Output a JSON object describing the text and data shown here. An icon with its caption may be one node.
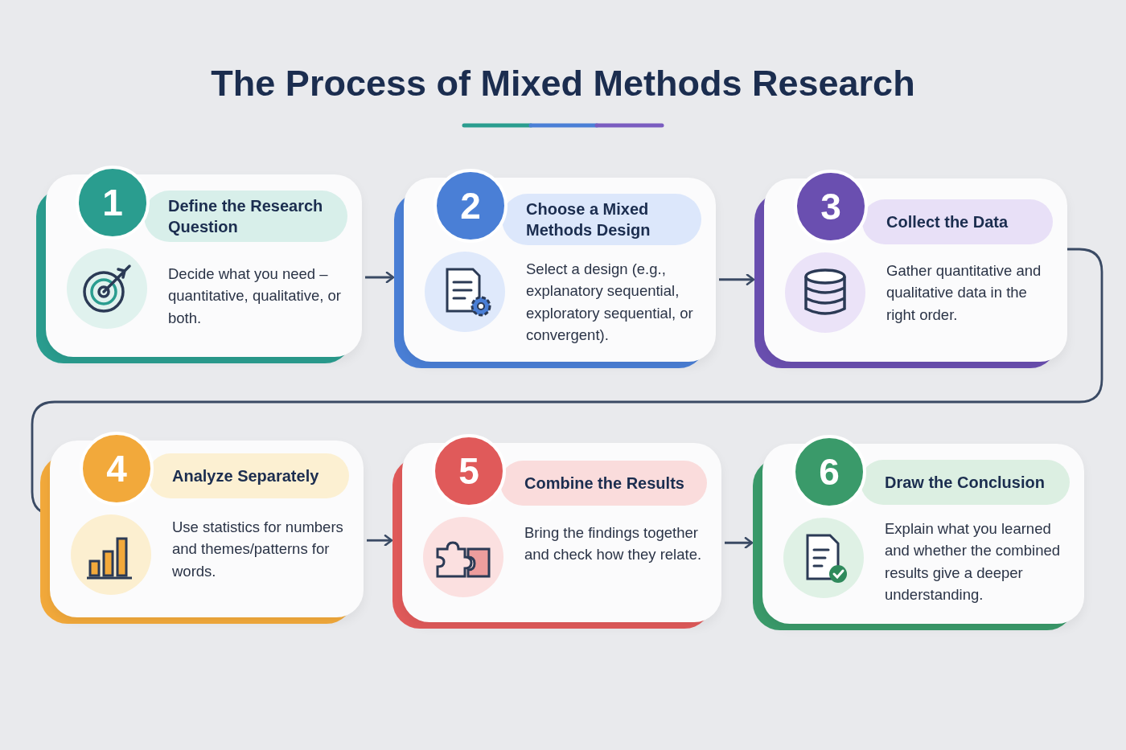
{
  "diagram": {
    "title": "The Process of Mixed Methods Research",
    "nodes": [
      {
        "text": [
          "1",
          "Define the Research Question",
          "Decide what you need – quantitative, qualitative, or both."
        ]
      },
      {
        "text": [
          "2",
          "Choose a Mixed Methods Design",
          "Select a design (e.g., explanatory sequential, exploratory sequential, or convergent)."
        ]
      },
      {
        "text": [
          "3",
          "Collect the Data",
          "Gather quantitative and qualitative data in the right order."
        ]
      },
      {
        "text": [
          "4",
          "Analyze Separately",
          "Use statistics for numbers and themes/patterns for words."
        ]
      },
      {
        "text": [
          "5",
          "Combine the Results",
          "Bring the findings together and check how they relate."
        ]
      },
      {
        "text": [
          "6",
          "Draw the Conclusion",
          "Explain what you learned and whether the combined results give a deeper understanding."
        ]
      }
    ],
    "edges": [
      {
        "from": 0,
        "to": 1,
        "arrow": "to"
      },
      {
        "from": 1,
        "to": 2,
        "arrow": "to"
      },
      {
        "from": 2,
        "to": 3,
        "arrow": "none"
      },
      {
        "from": 3,
        "to": 4,
        "arrow": "to"
      },
      {
        "from": 4,
        "to": 5,
        "arrow": "to"
      }
    ]
  }
}
